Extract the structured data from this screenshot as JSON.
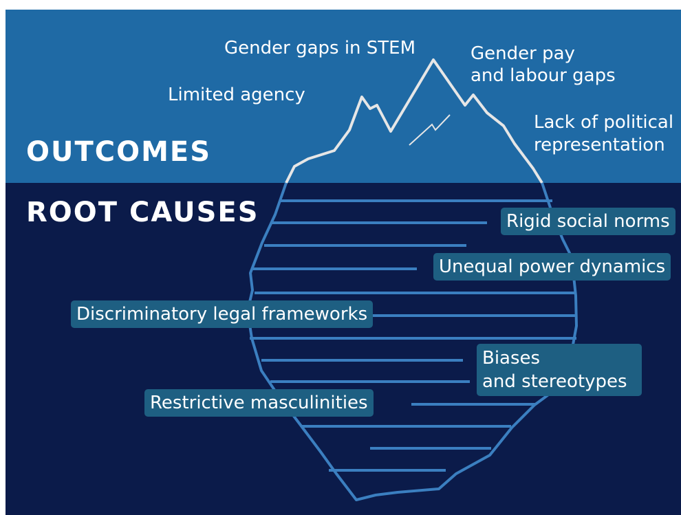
{
  "headings": {
    "outcomes": "OUTCOMES",
    "root_causes": "ROOT CAUSES"
  },
  "outcomes": {
    "stem": "Gender gaps in STEM",
    "pay_line1": "Gender pay",
    "pay_line2": "and labour gaps",
    "agency": "Limited agency",
    "political_line1": "Lack of political",
    "political_line2": "representation"
  },
  "root_causes": {
    "norms": "Rigid social norms",
    "power": "Unequal power dynamics",
    "legal": "Discriminatory legal frameworks",
    "biases_line1": "Biases",
    "biases_line2": "and stereotypes",
    "masculinities": "Restrictive masculinities"
  },
  "colors": {
    "sky": "#1f6aa5",
    "water": "#0b1b4a",
    "label_box": "#1e5f82",
    "outline_top": "#e6e6e6",
    "outline_bottom": "#3b7fc0"
  }
}
